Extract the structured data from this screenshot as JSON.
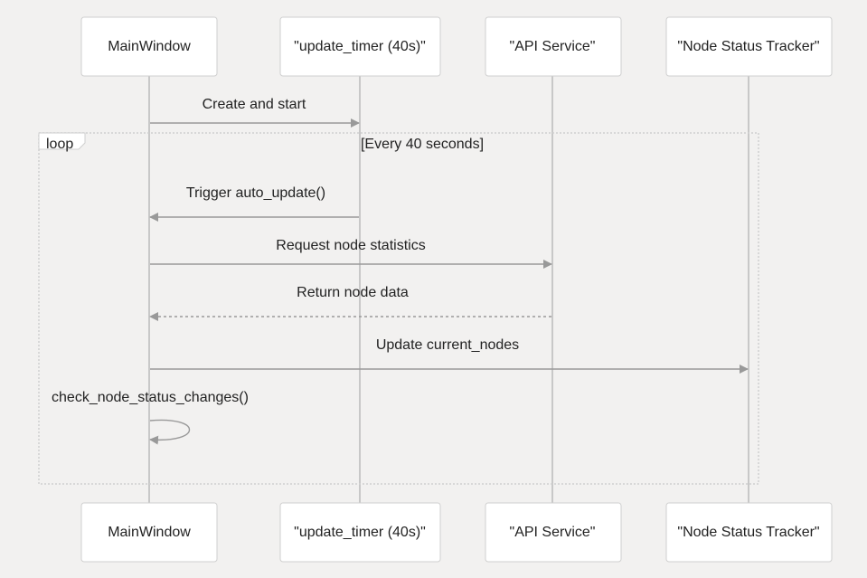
{
  "actors": {
    "main_window": "MainWindow",
    "update_timer": "\"update_timer (40s)\"",
    "api_service": "\"API Service\"",
    "node_tracker": "\"Node Status Tracker\""
  },
  "loop": {
    "keyword": "loop",
    "condition": "[Every 40 seconds]"
  },
  "messages": {
    "create_start": "Create and start",
    "trigger_auto_update": "Trigger auto_update()",
    "request_stats": "Request node statistics",
    "return_data": "Return node data",
    "update_nodes": "Update current_nodes",
    "check_changes": "check_node_status_changes()"
  },
  "colors": {
    "background": "#f2f1f0",
    "arrow": "#999999",
    "lifeline": "#c8c8c8",
    "box_border": "#cfcfcf"
  }
}
